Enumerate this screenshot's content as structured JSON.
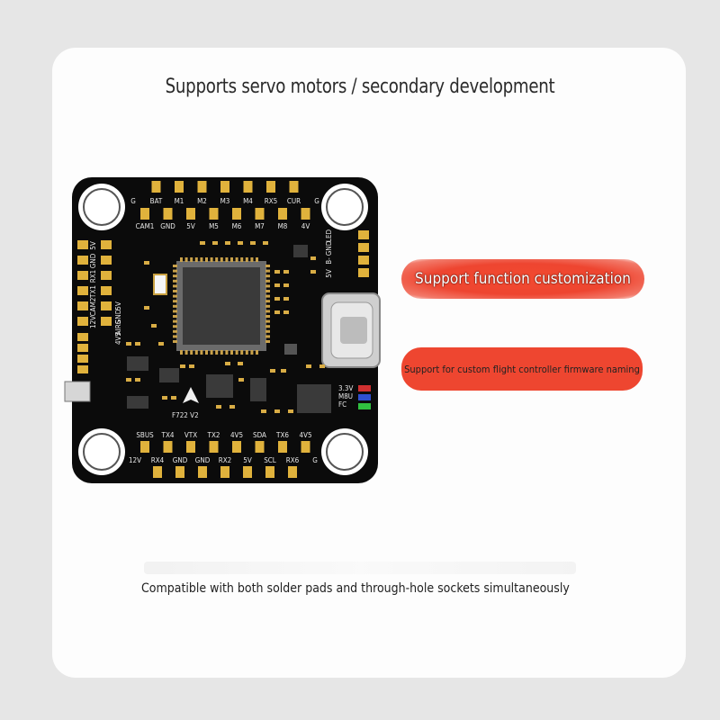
{
  "headline": "Supports servo motors / secondary development",
  "tags": {
    "function_customization": "Support function customization",
    "firmware_naming": "Support for custom flight controller firmware naming"
  },
  "caption": "Compatible with both solder pads and through-hole sockets simultaneously",
  "board": {
    "model": "F722 V2",
    "top_labels_outer": [
      "G",
      "BAT",
      "M1",
      "M2",
      "M3",
      "M4",
      "RX5",
      "CUR",
      "G"
    ],
    "top_labels_inner": [
      "CAM1",
      "GND",
      "5V",
      "M5",
      "M6",
      "M7",
      "M8",
      "4V"
    ],
    "bottom_labels_upper": [
      "SBUS",
      "TX4",
      "VTX",
      "TX2",
      "4V5",
      "SDA",
      "TX6",
      "4V5"
    ],
    "bottom_labels_lower": [
      "12V",
      "RX4",
      "GND",
      "GND",
      "RX2",
      "5V",
      "SCL",
      "RX6",
      "G"
    ],
    "left_labels": [
      "5V",
      "GND",
      "RX1",
      "TX1",
      "CAM2",
      "12V"
    ],
    "left_labels_inner": [
      "5V",
      "GND",
      "AIRS",
      "4V5"
    ],
    "right_labels": [
      "5V",
      "B-",
      "GND",
      "LED"
    ],
    "led_labels": [
      "3.3V",
      "M8U",
      "FC"
    ],
    "colors": {
      "pcb": "#0b0b0b",
      "pad": "#e0b23c",
      "mount": "#ffffff",
      "chip": "#3a3a3a"
    }
  }
}
